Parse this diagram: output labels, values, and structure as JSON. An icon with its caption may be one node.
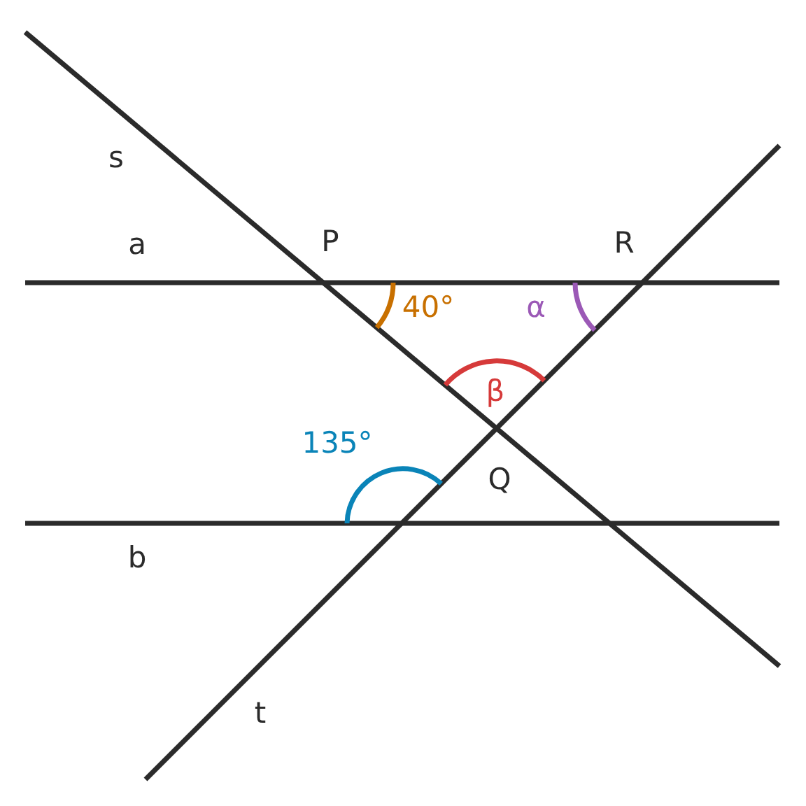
{
  "diagram": {
    "labels": [
      "s",
      "a",
      "P",
      "R",
      "40°",
      "α",
      "β",
      "135°",
      "Q",
      "b",
      "t"
    ]
  }
}
